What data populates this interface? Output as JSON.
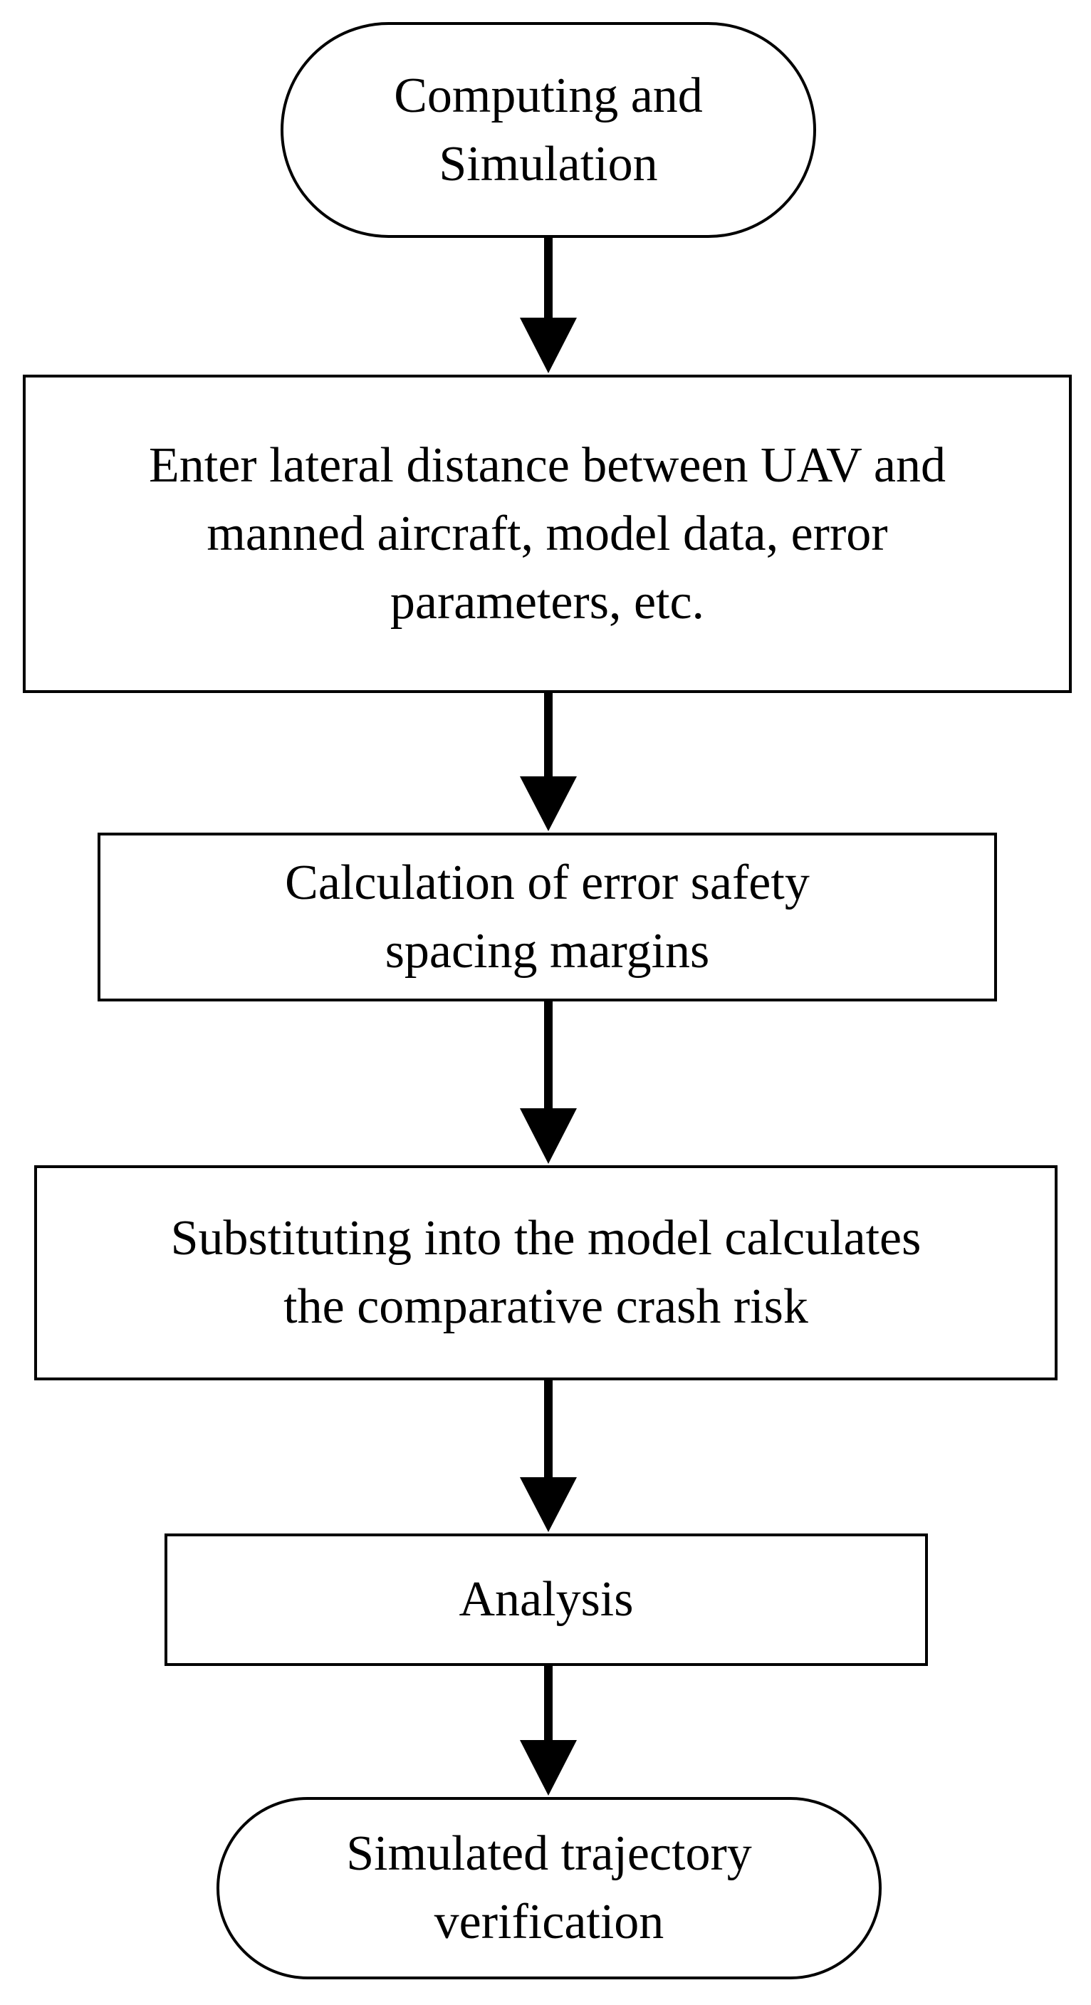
{
  "diagram": {
    "type": "flowchart",
    "colors": {
      "stroke": "#000000",
      "fill": "#ffffff",
      "text": "#000000"
    },
    "nodes": [
      {
        "id": "start",
        "shape": "terminal",
        "text": "Computing and\nSimulation"
      },
      {
        "id": "input",
        "shape": "process",
        "text": "Enter lateral distance between UAV and\nmanned aircraft, model data, error\nparameters, etc."
      },
      {
        "id": "margins",
        "shape": "process",
        "text": "Calculation of error safety\nspacing margins"
      },
      {
        "id": "risk",
        "shape": "process",
        "text": "Substituting into the model calculates\nthe comparative crash risk"
      },
      {
        "id": "analysis",
        "shape": "process",
        "text": "Analysis"
      },
      {
        "id": "end",
        "shape": "terminal",
        "text": "Simulated trajectory\nverification"
      }
    ],
    "edges": [
      {
        "from": "start",
        "to": "input"
      },
      {
        "from": "input",
        "to": "margins"
      },
      {
        "from": "margins",
        "to": "risk"
      },
      {
        "from": "risk",
        "to": "analysis"
      },
      {
        "from": "analysis",
        "to": "end"
      }
    ]
  }
}
